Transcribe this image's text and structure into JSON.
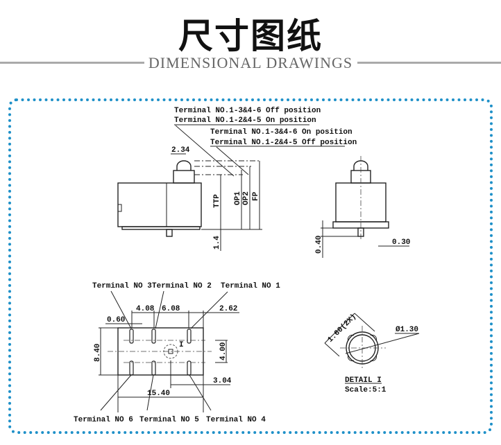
{
  "header": {
    "title": "尺寸图纸",
    "subtitle": "DIMENSIONAL DRAWINGS"
  },
  "colors": {
    "border_dots": "#1e90c8",
    "rule": "#aaaaaa"
  },
  "side_view": {
    "notes": [
      "Terminal NO.1-3&4-6 Off position",
      "Terminal NO.1-2&4-5 On position",
      "Terminal NO.1-3&4-6 On position",
      "Terminal NO.1-2&4-5 Off position"
    ],
    "dim_top": "2.34",
    "dim_ttp": "TTP",
    "dim_op1": "OP1",
    "dim_op2": "OP2",
    "dim_fp": "FP",
    "dim_bottom": "1.4"
  },
  "front_view": {
    "dim_left": "0.40",
    "dim_right": "0.30"
  },
  "bottom_view": {
    "terminals": [
      "Terminal NO 1",
      "Terminal NO 2",
      "Terminal NO 3",
      "Terminal NO 4",
      "Terminal NO 5",
      "Terminal NO 6"
    ],
    "dims": {
      "d060": "0.60",
      "d408": "4.08",
      "d608": "6.08",
      "d262": "2.62",
      "d840": "8.40",
      "d400": "4.00",
      "d304": "3.04",
      "d1540": "15.40"
    },
    "detail_marker": "I"
  },
  "detail": {
    "dim_width": "1.60(2X)",
    "dim_dia": "Ø1.30",
    "title": "DETAIL I",
    "scale": "Scale:5:1"
  }
}
